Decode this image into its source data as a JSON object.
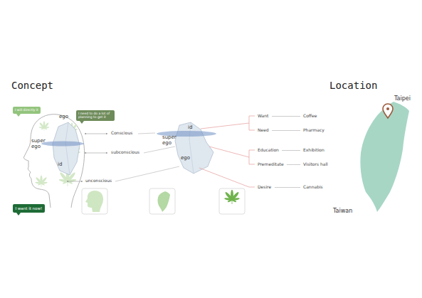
{
  "diagram": {
    "title": "Concept",
    "nodes": [
      {
        "text": [
          "I will directly it"
        ]
      },
      {
        "text": [
          "I need to do a lot of planning to get it"
        ]
      },
      {
        "text": [
          "Want"
        ]
      },
      {
        "text": [
          "Coffee"
        ]
      },
      {
        "text": [
          "Need"
        ]
      },
      {
        "text": [
          "Pharmacy"
        ]
      },
      {
        "text": [
          "Education"
        ]
      },
      {
        "text": [
          "Exhibition"
        ]
      },
      {
        "text": [
          "Premeditate"
        ]
      },
      {
        "text": [
          "Visitors hall"
        ]
      },
      {
        "text": [
          "Desire"
        ]
      },
      {
        "text": [
          "Cannabis"
        ]
      },
      {
        "text": [
          "I want it now!"
        ]
      }
    ],
    "edges": [
      {
        "from": 2,
        "to": 3,
        "arrow": "none"
      },
      {
        "from": 4,
        "to": 5,
        "arrow": "none"
      },
      {
        "from": 6,
        "to": 7,
        "arrow": "none"
      },
      {
        "from": 8,
        "to": 9,
        "arrow": "none"
      },
      {
        "from": 10,
        "to": 11,
        "arrow": "none"
      }
    ],
    "labels": [
      "Location",
      "ego",
      "super ego",
      "id",
      "Conscious",
      "subconscious",
      "unconscious",
      "id",
      "super ego",
      "ego",
      "Taipei",
      "Taiwan"
    ]
  }
}
